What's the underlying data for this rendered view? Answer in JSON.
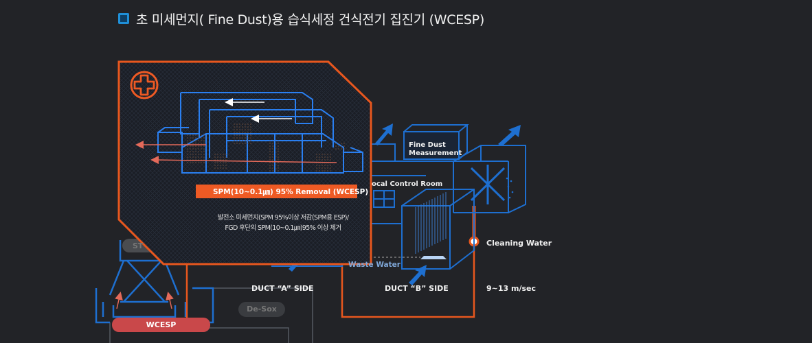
{
  "title": {
    "text": "초 미세먼지( Fine Dust)용 습식세정 건식전기 집진기 (WCESP)",
    "icon": "square-bullet-icon",
    "icon_color": "#1f8fd8"
  },
  "panel": {
    "icon": "plus-circle-icon",
    "accent": "#ee5a24",
    "badge": "SPM(10~0.1㎛) 95% Removal (WCESP)",
    "caption_line1": "발전소 미세먼지(SPM 95%이상 저감(SPM용 ESP)/",
    "caption_line2": "FGD 후단의 SPM(10~0.1㎛)95% 이상 제거"
  },
  "labels": {
    "fine_dust": "Fine Dust",
    "measurement": "Measurement",
    "control_room": "ocal Control Room",
    "cleaning_water": "Cleaning Water",
    "waste_water": "Waste Water",
    "duct_a": "DUCT “A” SIDE",
    "duct_b": "DUCT “B” SIDE",
    "velocity": "9~13 m/sec",
    "desox": "De-Sox",
    "wcesp": "WCESP",
    "stack_partial": "ST"
  },
  "colors": {
    "blue_line": "#1e6fd0",
    "orange": "#e8571e",
    "wcesp_fill": "#c9484a",
    "background": "#222327"
  }
}
